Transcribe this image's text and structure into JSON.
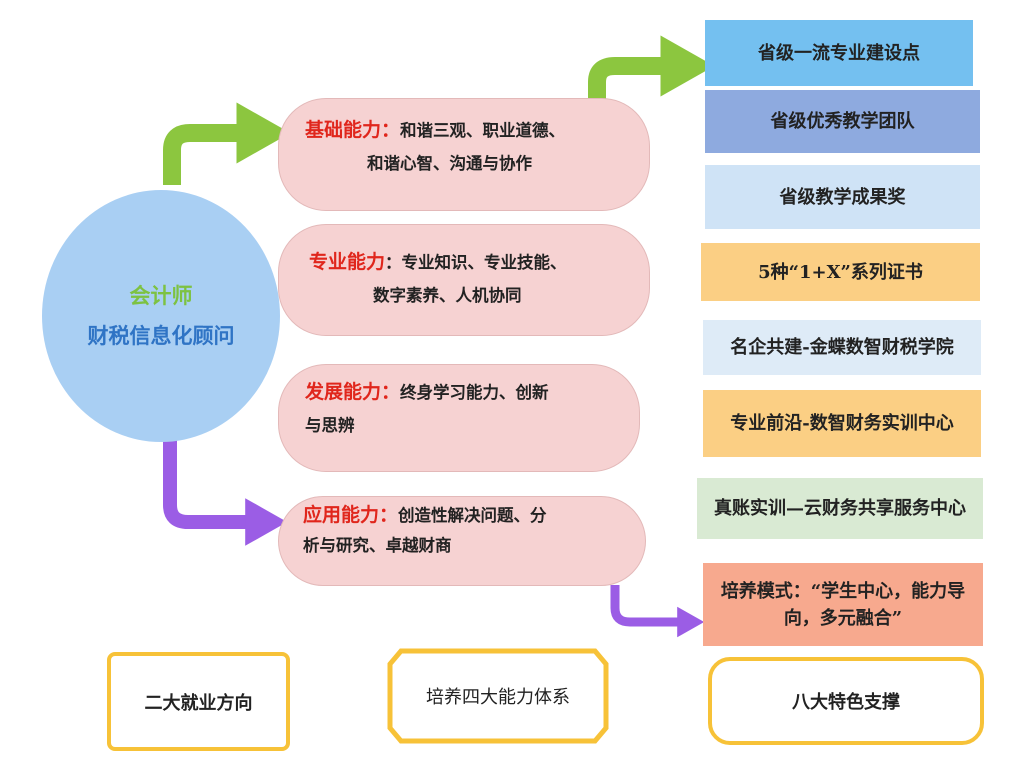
{
  "center": {
    "line1": "会计师",
    "line2": "财税信息化顾问"
  },
  "abilities": [
    {
      "head": "基础能力：",
      "line1": "和谐三观、职业道德、",
      "line2": "和谐心智、沟通与协作"
    },
    {
      "head": "专业能力",
      "line1": "：专业知识、专业技能、",
      "line2": "数字素养、人机协同"
    },
    {
      "head": "发展能力：",
      "line1": "终身学习能力、创新",
      "line2": "与思辨"
    },
    {
      "head": "应用能力：",
      "line1": "创造性解决问题、分",
      "line2": "析与研究、卓越财商"
    }
  ],
  "features": [
    "省级一流专业建设点",
    "省级优秀教学团队",
    "省级教学成果奖",
    "5种“1+X”系列证书",
    "名企共建-金蝶数智财税学院",
    "专业前沿-数智财务实训中心",
    "真账实训—云财务共享服务中心",
    "培养模式：“学生中心，能力导向，多元融合”"
  ],
  "bottom": {
    "left": "二大就业方向",
    "middle": "培养四大能力体系",
    "right": "八大特色支撑"
  },
  "colors": {
    "green_arrow": "#8cc63f",
    "purple_arrow": "#9b5de5",
    "oval": "#a9cff3",
    "pill": "#f6d2d2",
    "head_red": "#e0261c",
    "box_border": "#f7c238"
  }
}
